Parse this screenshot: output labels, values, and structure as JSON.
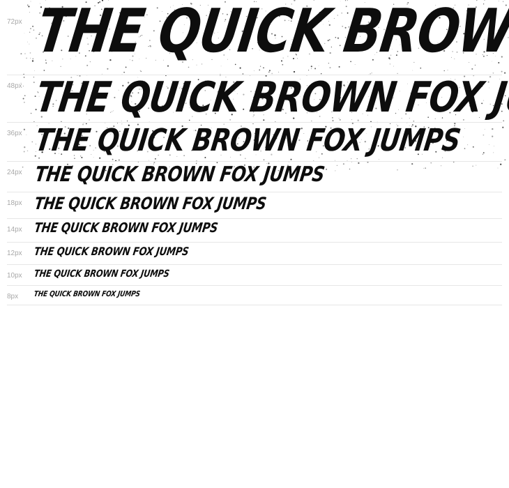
{
  "specimen": {
    "sample_text": "THE QUICK BROWN FOX JUMPS",
    "rows": [
      {
        "label": "72px"
      },
      {
        "label": "48px"
      },
      {
        "label": "36px"
      },
      {
        "label": "24px"
      },
      {
        "label": "18px"
      },
      {
        "label": "14px"
      },
      {
        "label": "12px"
      },
      {
        "label": "10px"
      },
      {
        "label": "8px"
      }
    ]
  },
  "colors": {
    "ink": "#0d0d0d",
    "divider": "#e6e6e6",
    "label": "#a8a8a8"
  }
}
